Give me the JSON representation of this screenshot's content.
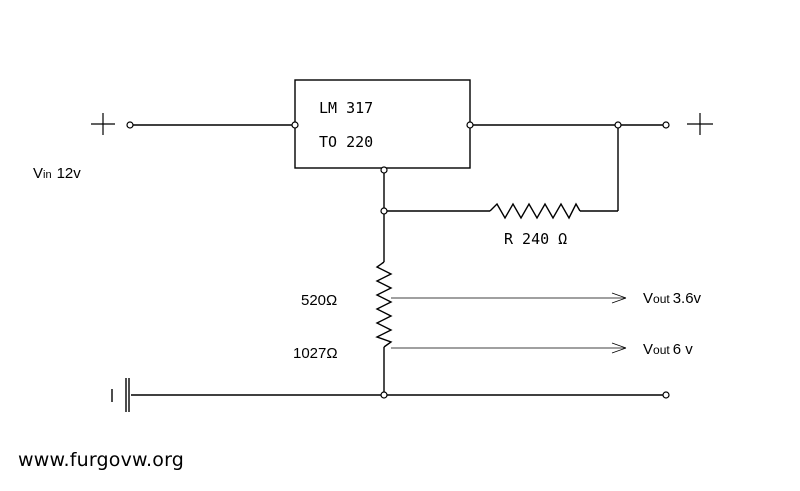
{
  "regulator": {
    "line1": "LM 317",
    "line2": "TO 220"
  },
  "input": {
    "label_main": "V",
    "label_sub": "in",
    "label_value": "12v",
    "polarity_symbol": "plus"
  },
  "output_polarity_symbol": "plus",
  "ground_symbol": "battery-ground",
  "resistors": {
    "r_top": "R 240 Ω",
    "r_mid": "520Ω",
    "r_bottom": "1027Ω"
  },
  "outputs": [
    {
      "label_main": "V",
      "label_sub": "out",
      "label_value": "3.6v"
    },
    {
      "label_main": "V",
      "label_sub": "out",
      "label_value": "6 v"
    }
  ],
  "watermark": "www.furgovw.org"
}
